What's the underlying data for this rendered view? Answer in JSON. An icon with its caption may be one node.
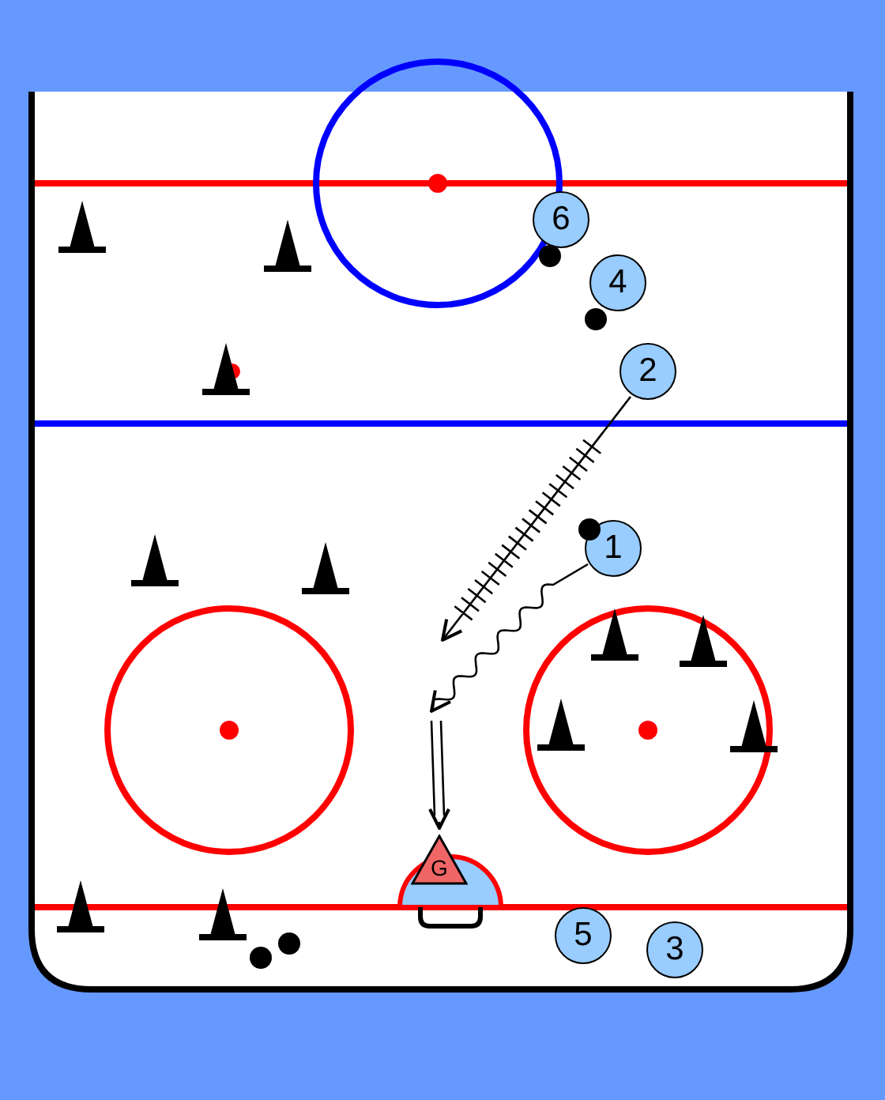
{
  "diagram": {
    "nodes": [
      {
        "text": [
          "6"
        ]
      },
      {
        "text": [
          "4"
        ]
      },
      {
        "text": [
          "2"
        ]
      },
      {
        "text": [
          "1"
        ]
      },
      {
        "text": [
          "G"
        ]
      },
      {
        "text": [
          "5"
        ]
      },
      {
        "text": [
          "3"
        ]
      }
    ],
    "edges": [
      {
        "from": 2,
        "to": null,
        "arrow": "to"
      },
      {
        "from": 3,
        "to": null,
        "arrow": "to"
      },
      {
        "from": null,
        "to": 4,
        "arrow": "to"
      }
    ]
  }
}
